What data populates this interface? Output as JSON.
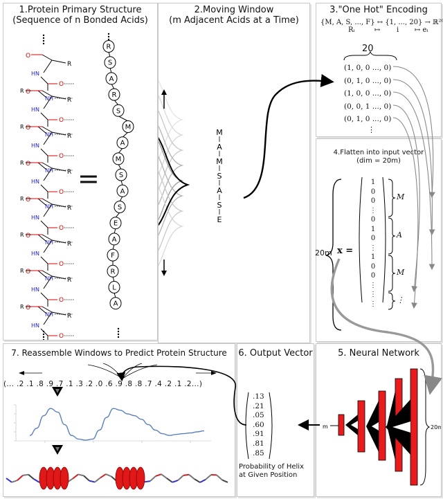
{
  "panel1": {
    "title_line1": "1.Protein Primary Structure",
    "title_line2": "(Sequence of n Bonded Acids)",
    "chain_letters": [
      "R",
      "S",
      "A",
      "R",
      "S",
      "M",
      "A",
      "M",
      "S",
      "A",
      "S",
      "E",
      "A",
      "F",
      "R",
      "L",
      "A"
    ],
    "atom_O": "O",
    "atom_R": "R",
    "atom_NH": "NH",
    "atom_HN": "HN",
    "equals": "="
  },
  "panel2": {
    "title_line1": "2.Moving Window",
    "title_line2": "(m Adjacent Acids at a Time)",
    "window_letters": [
      "M",
      "A",
      "M",
      "S",
      "A",
      "S",
      "E"
    ]
  },
  "panel3": {
    "title": "3.\"One Hot\" Encoding",
    "formula_line1": "{M, A, S, ..., F} ↔ {1, ..., 20} → ℝ²⁰",
    "formula_Ri": "Rᵢ",
    "formula_map1": "↦",
    "formula_i": "i",
    "formula_map2": "↦ eᵢ",
    "width_label": "20",
    "vectors": [
      "(1, 0, 0 ..., 0)",
      "(0, 1, 0 ..., 0)",
      "(1, 0, 0 ..., 0)",
      "(0, 0, 1 ..., 0)",
      "(0, 1, 0 ..., 0)"
    ],
    "ellipsis": "⋮"
  },
  "panel4": {
    "title_line1": "4.Flatten into input vector",
    "title_line2": "(dim = 20m)",
    "x_label": "x =",
    "m_label": "20m",
    "column": [
      "1",
      "0",
      "0",
      "⋮",
      "0",
      "1",
      "0",
      "⋮",
      "1",
      "0",
      "0",
      "⋮",
      "⋮",
      "⋮"
    ],
    "brace_labels": [
      "M",
      "A",
      "M",
      "⋮"
    ]
  },
  "panel5": {
    "title": "5. Neural Network",
    "in_label": "20m",
    "out_label": "m"
  },
  "panel6": {
    "title": "6. Output Vector",
    "values": [
      ".13",
      ".21",
      ".05",
      ".60",
      ".91",
      ".81",
      ".85"
    ],
    "caption_line1": "Probability of Helix",
    "caption_line2": "at Given Position"
  },
  "panel7": {
    "title": "7. Reassemble Windows to Predict Protein Structure",
    "sequence": "(... .2 .1 .8 .9 .7 .1 .3 .2 .0 .6 .9 .8 .8 .7 .4 .2 .1 .2...)",
    "chart_data": {
      "type": "line",
      "x": [
        0,
        1,
        2,
        3,
        4,
        5,
        6,
        7,
        8,
        9,
        10,
        11,
        12,
        13,
        14,
        15,
        16,
        17,
        18,
        19,
        20,
        21,
        22,
        23,
        24,
        25
      ],
      "values": [
        0.15,
        0.35,
        0.7,
        0.9,
        0.8,
        0.45,
        0.15,
        0.05,
        0.02,
        0.05,
        0.3,
        0.65,
        0.9,
        0.85,
        0.75,
        0.7,
        0.6,
        0.45,
        0.3,
        0.2,
        0.15,
        0.18,
        0.2,
        0.22,
        0.25,
        0.28
      ],
      "color": "#5a7fbf",
      "ylim": [
        0,
        1
      ]
    }
  },
  "colors": {
    "red": "#e81c1c",
    "blue": "#2a2ad0",
    "oxygen": "#d80000",
    "nitrogen": "#2020c8",
    "line": "#5a7fbf"
  }
}
